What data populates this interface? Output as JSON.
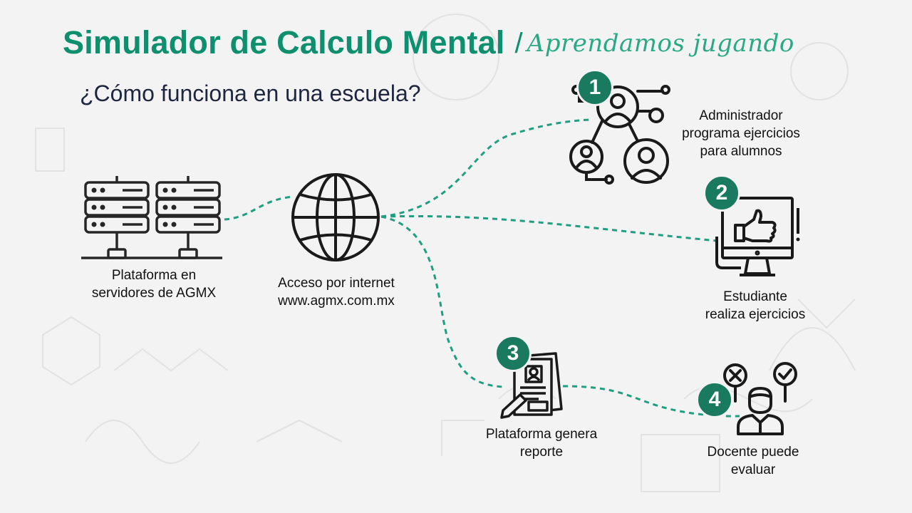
{
  "header": {
    "title": "Simulador de Calculo Mental",
    "separator": "/",
    "subtitle": "Aprendamos jugando"
  },
  "question": "¿Cómo funciona en una escuela?",
  "nodes": {
    "servers": {
      "line1": "Plataforma en",
      "line2": "servidores de AGMX"
    },
    "internet": {
      "line1": "Acceso por internet",
      "line2": "www.agmx.com.mx"
    },
    "admin": {
      "badge": "1",
      "line1": "Administrador",
      "line2": "programa ejercicios",
      "line3": "para alumnos"
    },
    "student": {
      "badge": "2",
      "line1": "Estudiante",
      "line2": "realiza ejercicios"
    },
    "report": {
      "badge": "3",
      "line1": "Plataforma genera",
      "line2": "reporte"
    },
    "teacher": {
      "badge": "4",
      "line1": "Docente puede",
      "line2": "evaluar"
    }
  },
  "colors": {
    "accent": "#0e8f6e",
    "connector": "#1f9e80",
    "badge": "#1a7a5f",
    "text": "#111111",
    "background": "#f3f3f3"
  },
  "icons": [
    "server-rack-icon",
    "globe-icon",
    "network-users-icon",
    "monitor-thumbs-up-icon",
    "report-document-icon",
    "teacher-evaluate-icon"
  ]
}
